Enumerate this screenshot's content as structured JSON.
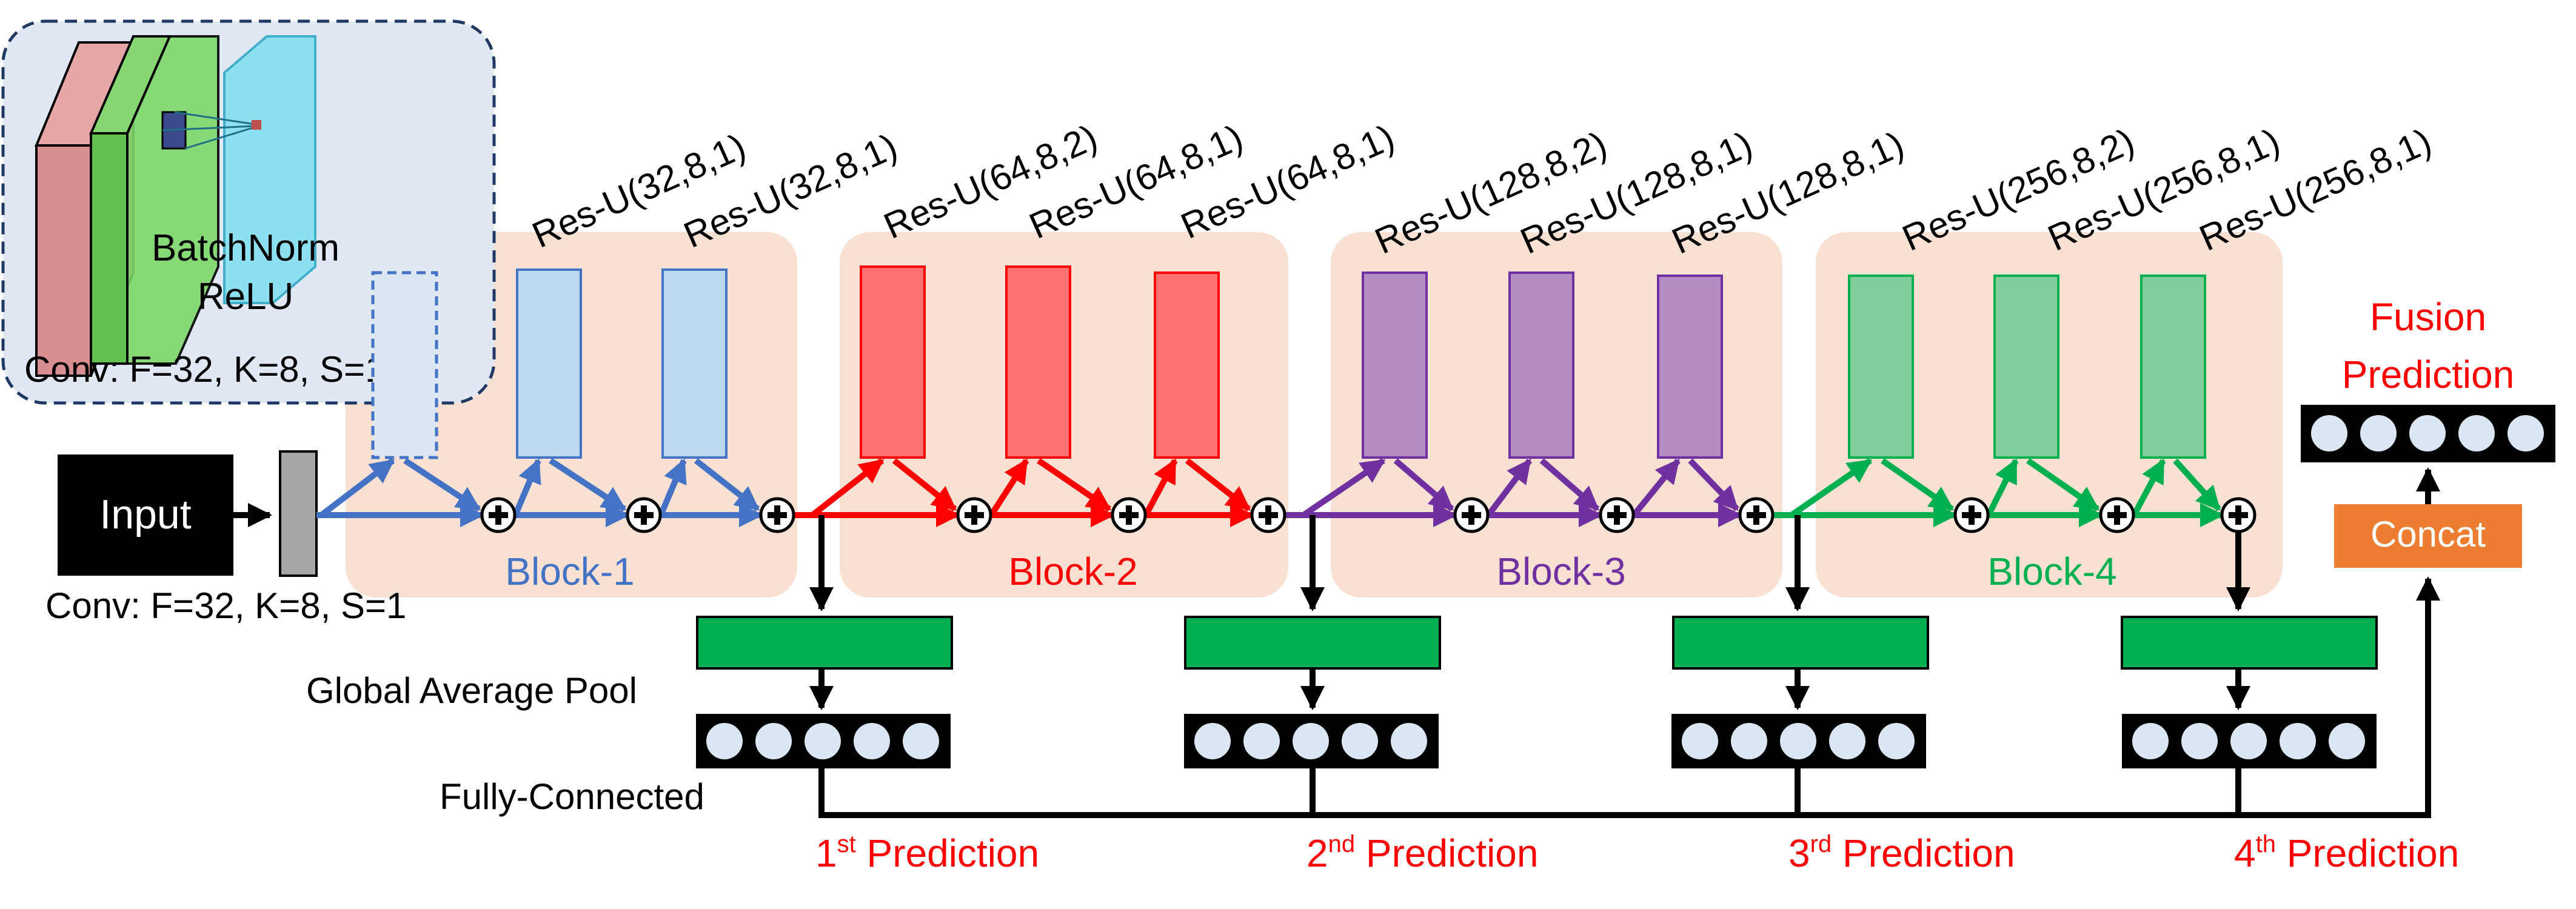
{
  "inset": {
    "batchnorm_label": "BatchNorm",
    "relu_label": "ReLU",
    "conv_label": "Conv: F=32, K=8, S=1"
  },
  "input_label": "Input",
  "input_conv_label": "Conv: F=32, K=8, S=1",
  "res_unit_labels": [
    "Res-U(32,8,1)",
    "Res-U(32,8,1)",
    "Res-U(64,8,2)",
    "Res-U(64,8,1)",
    "Res-U(64,8,1)",
    "Res-U(128,8,2)",
    "Res-U(128,8,1)",
    "Res-U(128,8,1)",
    "Res-U(256,8,2)",
    "Res-U(256,8,1)",
    "Res-U(256,8,1)"
  ],
  "blocks": [
    {
      "label": "Block-1",
      "color": "#4472c4",
      "fill": "#bdd7ee"
    },
    {
      "label": "Block-2",
      "color": "#ff0000",
      "fill": "#ff7171"
    },
    {
      "label": "Block-3",
      "color": "#7030a0",
      "fill": "#b28cc2"
    },
    {
      "label": "Block-4",
      "color": "#00b050",
      "fill": "#83cc9c"
    }
  ],
  "global_average_pool_label": "Global Average Pool",
  "fully_connected_label": "Fully-Connected",
  "predictions": [
    {
      "num": "1",
      "sup": "st",
      "text": " Prediction"
    },
    {
      "num": "2",
      "sup": "nd",
      "text": " Prediction"
    },
    {
      "num": "3",
      "sup": "rd",
      "text": " Prediction"
    },
    {
      "num": "4",
      "sup": "th",
      "text": " Prediction"
    }
  ],
  "fusion_line1": "Fusion",
  "fusion_line2": "Prediction",
  "concat_label": "Concat",
  "colors": {
    "block_background": "#f8e1d2",
    "prediction_text": "#ff0000",
    "pool_green": "#00b050",
    "concat_orange": "#ed7d31",
    "fc_node": "#dbe6f4"
  }
}
